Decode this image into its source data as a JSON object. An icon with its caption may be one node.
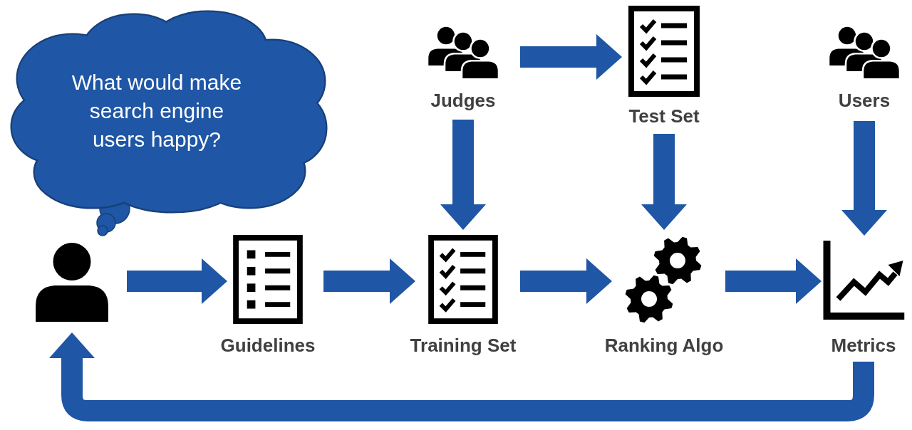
{
  "diagram": {
    "nodes": [
      {
        "text": [
          "What would make search engine users happy?"
        ]
      },
      {
        "text": [],
        "shape": "person"
      },
      {
        "text": [
          "Guidelines"
        ]
      },
      {
        "text": [
          "Judges"
        ]
      },
      {
        "text": [
          "Test Set"
        ]
      },
      {
        "text": [
          "Users"
        ]
      },
      {
        "text": [
          "Training Set"
        ]
      },
      {
        "text": [
          "Ranking Algo"
        ]
      },
      {
        "text": [
          "Metrics"
        ]
      }
    ],
    "edges": [
      {
        "from": 1,
        "to": 2,
        "arrow": "to"
      },
      {
        "from": 2,
        "to": 6,
        "arrow": "to"
      },
      {
        "from": 6,
        "to": 7,
        "arrow": "to"
      },
      {
        "from": 7,
        "to": 8,
        "arrow": "to"
      },
      {
        "from": 3,
        "to": 4,
        "arrow": "to"
      },
      {
        "from": 3,
        "to": 6,
        "arrow": "to"
      },
      {
        "from": 4,
        "to": 7,
        "arrow": "to"
      },
      {
        "from": 5,
        "to": 8,
        "arrow": "to"
      },
      {
        "from": 8,
        "to": 1,
        "arrow": "to"
      }
    ]
  }
}
